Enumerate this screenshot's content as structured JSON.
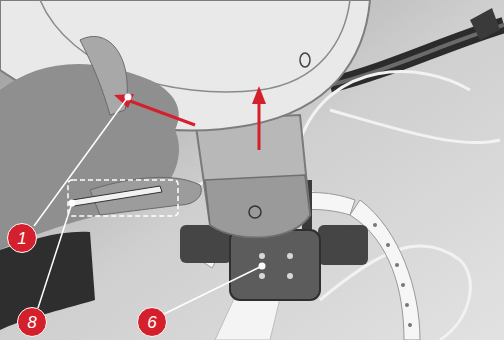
{
  "diagram": {
    "labels": [
      "1",
      "8",
      "6"
    ]
  }
}
